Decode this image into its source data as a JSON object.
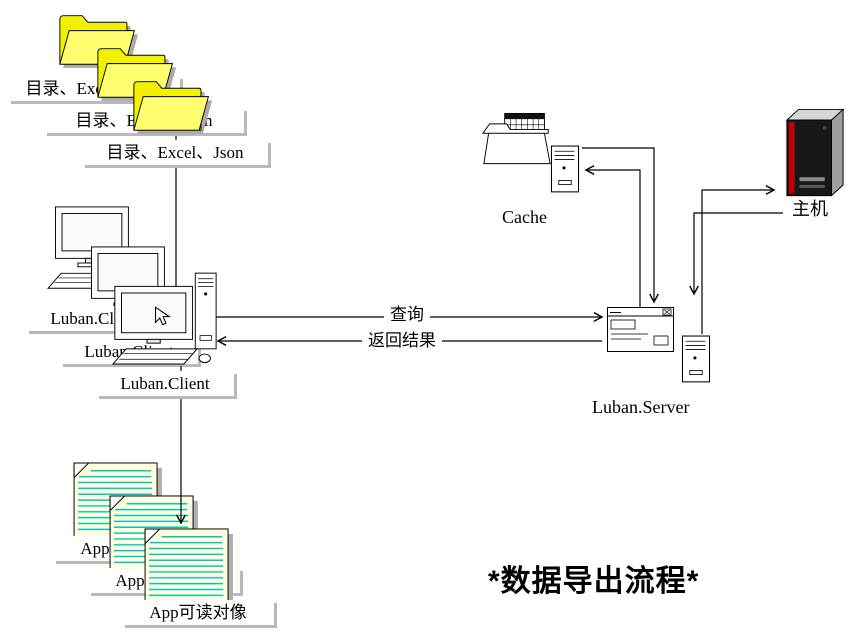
{
  "title": "*数据导出流程*",
  "nodes": {
    "folders": {
      "label": "目录、Excel、Json"
    },
    "client": {
      "label": "Luban.Client"
    },
    "cache": {
      "label": "Cache"
    },
    "host": {
      "label": "主机"
    },
    "server": {
      "label": "Luban.Server"
    },
    "docs": {
      "label": "App可读对像"
    }
  },
  "edges": {
    "query": {
      "label": "查询"
    },
    "result": {
      "label": "返回结果"
    }
  },
  "colors": {
    "folder_yellow_back": "#f2f200",
    "folder_yellow_front": "#ffff70",
    "doc_paper": "#ffffe0",
    "doc_line_cyan": "#00c6c6",
    "host_red": "#c00000",
    "host_front": "#181818",
    "shadow_gray": "#b0b0b0",
    "connector": "#000000"
  }
}
